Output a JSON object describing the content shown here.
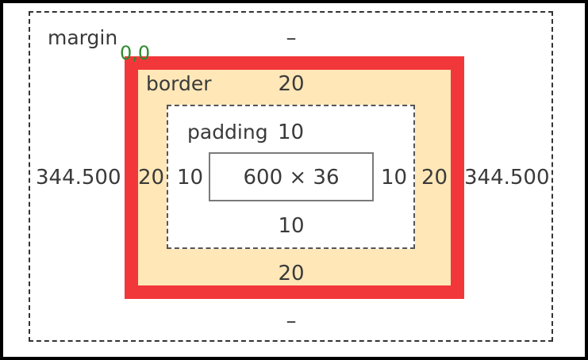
{
  "box_model": {
    "origin_label": "0,0",
    "margin": {
      "label": "margin",
      "top": "–",
      "bottom": "–",
      "left": "344.500",
      "right": "344.500"
    },
    "border": {
      "label": "border",
      "top": "20",
      "bottom": "20",
      "left": "20",
      "right": "20"
    },
    "padding": {
      "label": "padding",
      "top": "10",
      "bottom": "10",
      "left": "10",
      "right": "10"
    },
    "content": {
      "size": "600 × 36"
    }
  },
  "colors": {
    "border_fill": "#ffe7b7",
    "border_edge": "#f2373a",
    "origin_text": "#2e8b2e"
  }
}
